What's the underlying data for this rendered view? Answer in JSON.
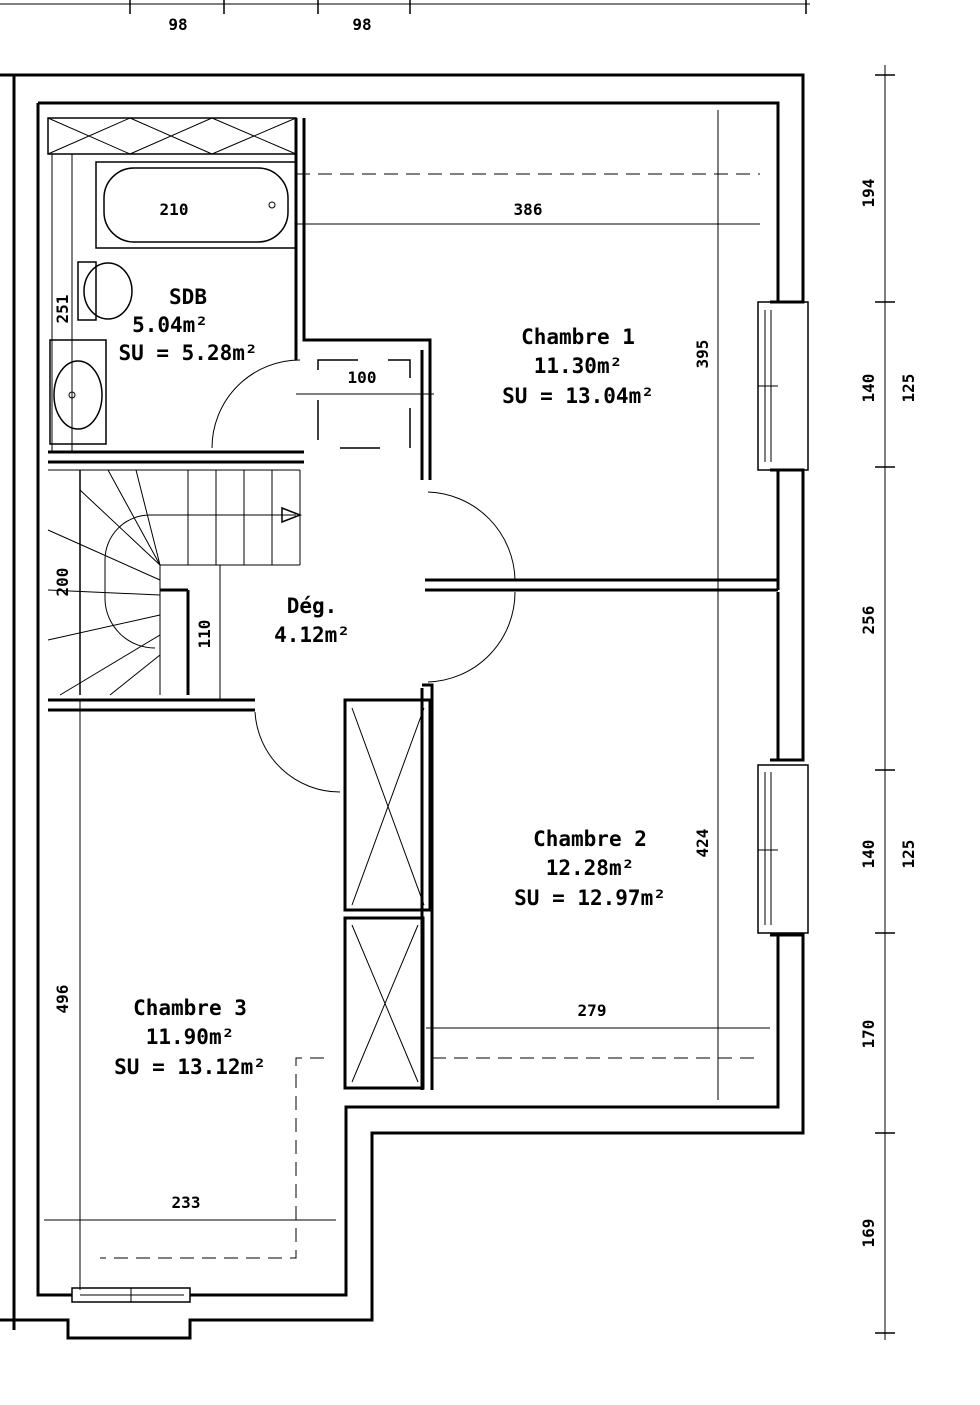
{
  "rooms": {
    "sdb": {
      "name": "SDB",
      "area": "5.04m²",
      "su": "SU = 5.28m²"
    },
    "chambre1": {
      "name": "Chambre 1",
      "area": "11.30m²",
      "su": "SU = 13.04m²"
    },
    "chambre2": {
      "name": "Chambre 2",
      "area": "12.28m²",
      "su": "SU = 12.97m²"
    },
    "chambre3": {
      "name": "Chambre 3",
      "area": "11.90m²",
      "su": "SU = 13.12m²"
    },
    "degagement": {
      "name": "Dég.",
      "area": "4.12m²"
    }
  },
  "dimensions": {
    "top_left": "98",
    "top_right": "98",
    "bath": "210",
    "chambre1_width": "386",
    "chambre1_height": "395",
    "sdb_small": "251",
    "landing": "100",
    "stair_height": "200",
    "stair_width": "110",
    "chambre2_height": "424",
    "chambre2_width": "279",
    "chambre3_height": "496",
    "chambre3_width": "233"
  },
  "right_dimensions": {
    "seg1": "194",
    "seg2": "140",
    "seg2_alt": "125",
    "seg3": "256",
    "seg4": "140",
    "seg4_alt": "125",
    "seg5": "170",
    "seg6": "169"
  }
}
